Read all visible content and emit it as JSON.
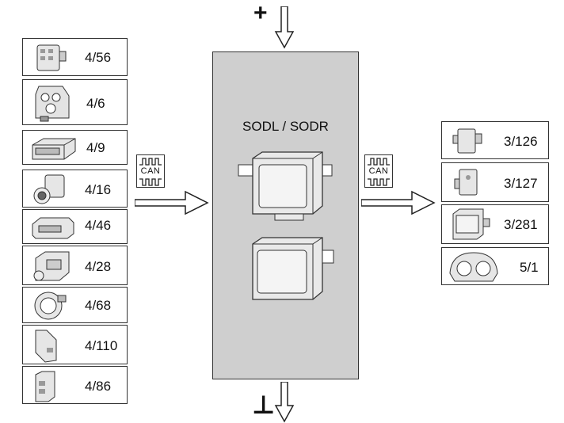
{
  "inputs": [
    {
      "id": "4/56",
      "icon": "control-module-icon"
    },
    {
      "id": "4/6",
      "icon": "switch-cluster-icon"
    },
    {
      "id": "4/9",
      "icon": "control-unit-icon"
    },
    {
      "id": "4/16",
      "icon": "camera-module-icon"
    },
    {
      "id": "4/46",
      "icon": "sensor-module-icon"
    },
    {
      "id": "4/28",
      "icon": "radar-module-icon"
    },
    {
      "id": "4/68",
      "icon": "steering-clock-spring-icon"
    },
    {
      "id": "4/110",
      "icon": "slim-module-icon"
    },
    {
      "id": "4/86",
      "icon": "connector-module-icon"
    }
  ],
  "outputs": [
    {
      "id": "3/126",
      "icon": "small-module-icon"
    },
    {
      "id": "3/127",
      "icon": "small-module-icon"
    },
    {
      "id": "3/281",
      "icon": "display-unit-icon"
    },
    {
      "id": "5/1",
      "icon": "instrument-cluster-icon"
    }
  ],
  "center": {
    "title": "SODL / SODR"
  },
  "can_label": "CAN",
  "power": {
    "positive": "+",
    "ground": "⊥"
  }
}
